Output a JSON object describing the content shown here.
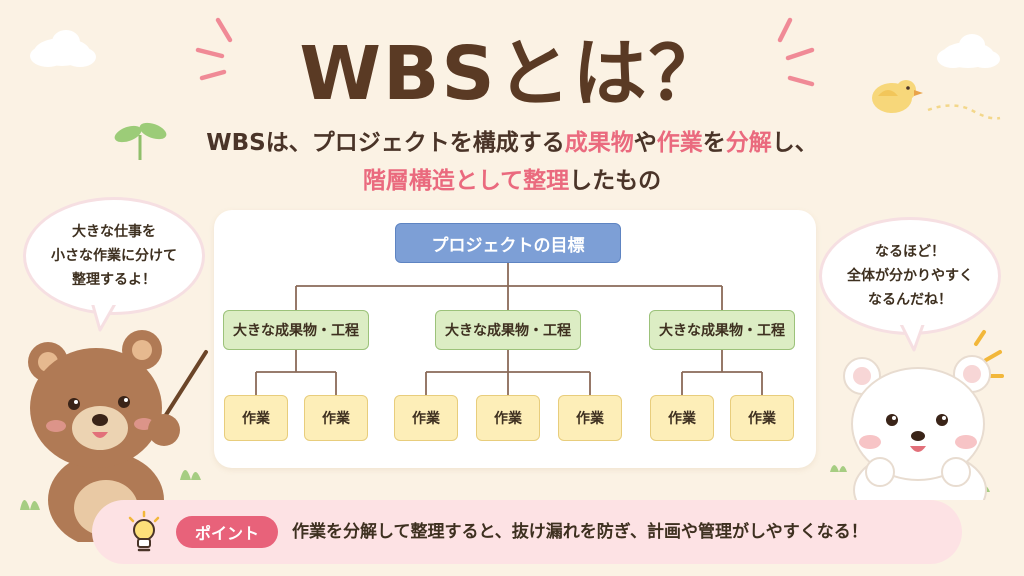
{
  "title": "WBSとは？",
  "subtitle": {
    "line1": [
      {
        "text": "WBSは、プロジェクトを構成する",
        "hl": false
      },
      {
        "text": "成果物",
        "hl": true
      },
      {
        "text": "や",
        "hl": false
      },
      {
        "text": "作業",
        "hl": true
      },
      {
        "text": "を",
        "hl": false
      },
      {
        "text": "分解",
        "hl": true
      },
      {
        "text": "し、",
        "hl": false
      }
    ],
    "line2": [
      {
        "text": "階層構造として整理",
        "hl": true
      },
      {
        "text": "したもの",
        "hl": false
      }
    ]
  },
  "diagram": {
    "root": "プロジェクトの目標",
    "branches": [
      {
        "label": "大きな成果物・工程",
        "children": [
          "作業",
          "作業"
        ]
      },
      {
        "label": "大きな成果物・工程",
        "children": [
          "作業",
          "作業",
          "作業"
        ]
      },
      {
        "label": "大きな成果物・工程",
        "children": [
          "作業",
          "作業"
        ]
      }
    ]
  },
  "bubble_left": {
    "lines": [
      "大きな仕事を",
      "小さな作業に分けて",
      "整理するよ！"
    ]
  },
  "bubble_right": {
    "lines": [
      "なるほど！",
      "全体が分かりやすく",
      "なるんだね！"
    ]
  },
  "point": {
    "badge": "ポイント",
    "text": "作業を分解して整理すると、抜け漏れを防ぎ、計画や管理がしやすくなる！"
  },
  "colors": {
    "background": "#fbf2e4",
    "title": "#5a3a24",
    "highlight": "#ea6a7e",
    "root_node": "#7d9fd6",
    "mid_node": "#dcedc4",
    "leaf_node": "#fdeeb8",
    "point_bar": "#fde2e4",
    "point_badge": "#e8627a"
  },
  "icons": [
    "cloud-icon",
    "sprout-icon",
    "bird-icon",
    "brown-bear-illustration",
    "white-bear-illustration",
    "lightbulb-icon",
    "grass-icon",
    "sparkle-icon"
  ]
}
